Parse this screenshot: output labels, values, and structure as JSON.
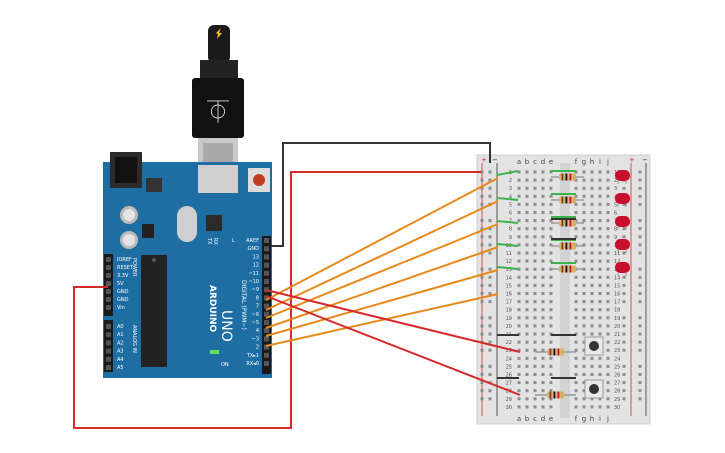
{
  "board": {
    "name": "UNO",
    "brand": "ARDUINO",
    "section_digital": "DIGITAL (PWM~)",
    "section_power": "POWER",
    "section_analog": "ANALOG IN",
    "on_label": "ON",
    "tx_label": "TX",
    "rx_label": "RX",
    "l_label": "L",
    "digital_pins": [
      "AREF",
      "GND",
      "13",
      "12",
      "~11",
      "~10",
      "~9",
      "8",
      "7",
      "~6",
      "~5",
      "4",
      "~3",
      "2",
      "TX▸1",
      "RX◂0"
    ],
    "power_pins": [
      "IOREF",
      "RESET",
      "3.3V",
      "5V",
      "GND",
      "GND",
      "Vin"
    ],
    "analog_pins": [
      "A0",
      "A1",
      "A2",
      "A3",
      "A4",
      "A5"
    ]
  },
  "breadboard": {
    "columns": [
      "a",
      "b",
      "c",
      "d",
      "e",
      "f",
      "g",
      "h",
      "i",
      "j"
    ],
    "row_numbers": [
      "1",
      "2",
      "3",
      "4",
      "5",
      "6",
      "7",
      "8",
      "9",
      "10",
      "11",
      "12",
      "13",
      "14",
      "15",
      "16",
      "17",
      "18",
      "19",
      "20",
      "21",
      "22",
      "23",
      "24",
      "25",
      "26",
      "27",
      "28",
      "29",
      "30"
    ],
    "plus": "+",
    "minus": "−"
  },
  "components": {
    "leds": 5,
    "led_resistors": 5,
    "buttons": 2,
    "button_resistors": 2
  },
  "colors": {
    "board": "#1f6ea3",
    "wire_orange": "#e8891b",
    "wire_red": "#d42a2a",
    "wire_black": "#333333",
    "wire_green": "#3cb44b",
    "led": "#c8102e"
  }
}
